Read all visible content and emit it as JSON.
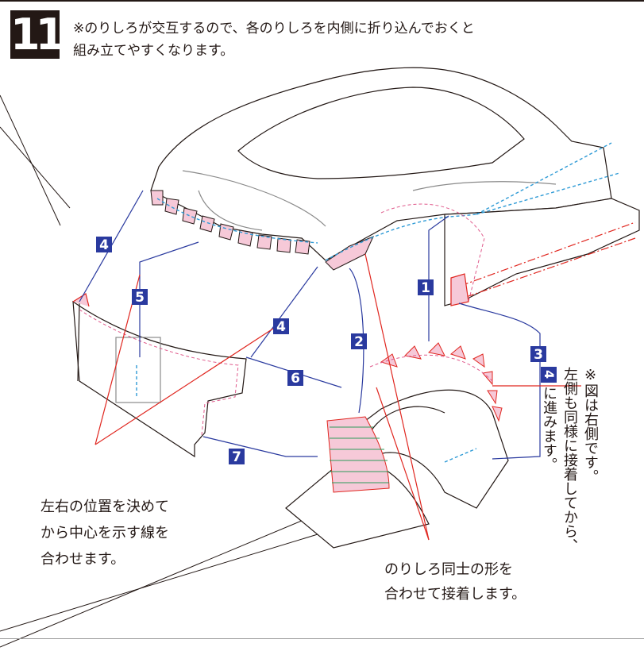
{
  "step": {
    "number": "11"
  },
  "instruction": {
    "line1": "※のりしろが交互するので、各のりしろを内側に折り込んでおくと",
    "line2": "組み立てやすくなります。"
  },
  "labels": [
    "1",
    "2",
    "3",
    "4",
    "4",
    "5",
    "6",
    "7"
  ],
  "note_left": {
    "line1": "左右の位置を決めて",
    "line2": "から中心を示す線を",
    "line3": "合わせます。"
  },
  "note_bottom": {
    "line1": "のりしろ同士の形を",
    "line2": "合わせて接着します。"
  },
  "note_side": {
    "line1": "※図は右側です。",
    "line2": "左側も同様に接着してから、",
    "badge": "4",
    "line3_suffix": "に進みます。"
  },
  "colors": {
    "ink": "#231815",
    "badge_blue": "#2a3a9f",
    "guide_red": "#e0261f",
    "tab_pink": "#f6c9d8",
    "dashed_blue": "#2f9bd6",
    "hatch_green": "#2c9a5a"
  }
}
